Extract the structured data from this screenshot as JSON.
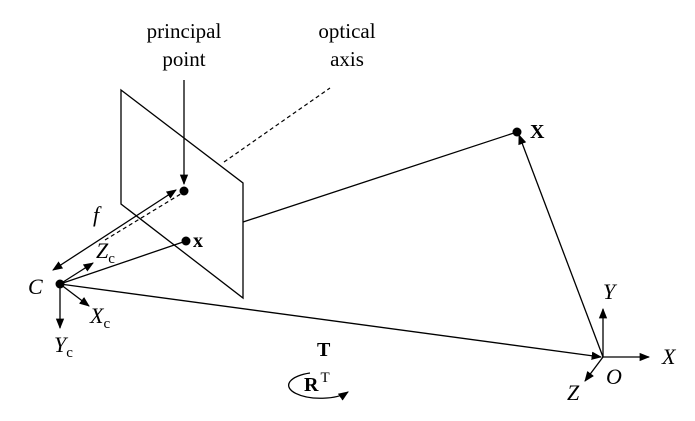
{
  "labels": {
    "principal_point_line1": "principal",
    "principal_point_line2": "point",
    "optical_axis_line1": "optical",
    "optical_axis_line2": "axis",
    "world_point": "X",
    "image_point": "x",
    "focal_length": "f",
    "camera_center": "C",
    "camera_z": "Z",
    "camera_x": "X",
    "camera_y": "Y",
    "camera_sub": "c",
    "world_origin": "O",
    "world_x": "X",
    "world_y": "Y",
    "world_z": "Z",
    "translation": "T",
    "rotation": "R",
    "rotation_sup": "T"
  },
  "colors": {
    "ink": "#000000",
    "background": "#ffffff"
  }
}
